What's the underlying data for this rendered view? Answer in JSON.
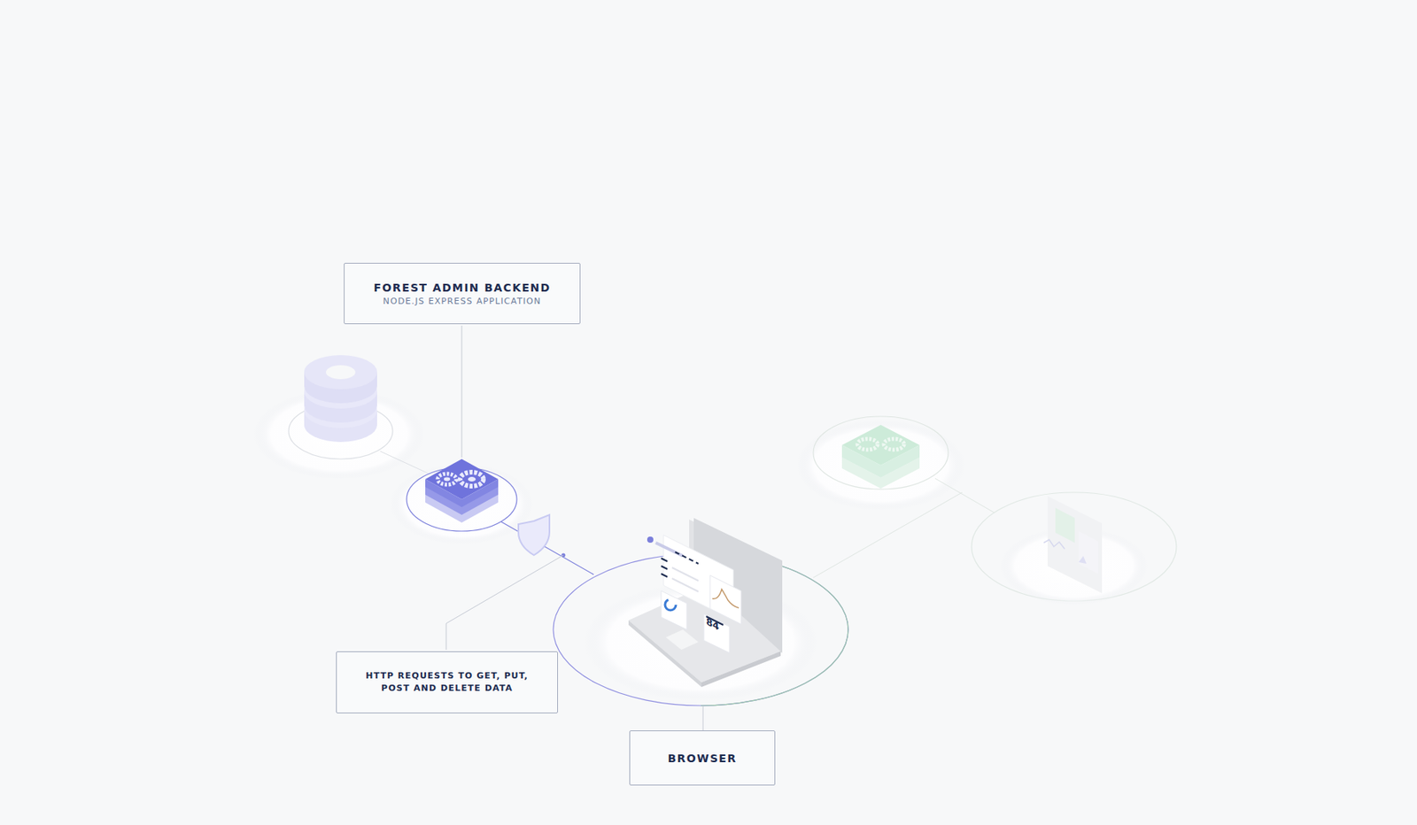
{
  "diagram": {
    "nodes": [
      {
        "text": [
          "FOREST ADMIN BACKEND",
          "NODE.JS EXPRESS APPLICATION"
        ]
      },
      {
        "text": [
          "HTTP REQUESTS TO GET, PUT, POST AND DELETE DATA"
        ]
      },
      {
        "text": [
          "BROWSER"
        ]
      }
    ],
    "labels": [
      "84"
    ]
  }
}
